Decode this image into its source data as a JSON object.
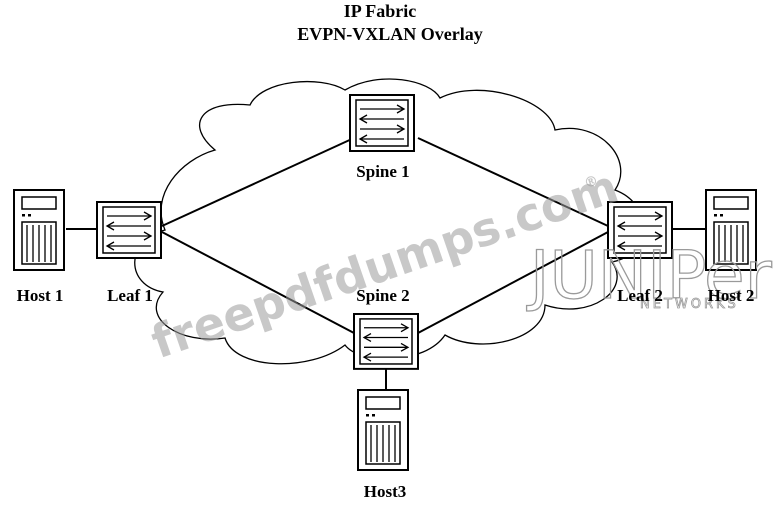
{
  "title": {
    "line1": "IP Fabric",
    "line2": "EVPN-VXLAN Overlay"
  },
  "nodes": {
    "spine1": "Spine 1",
    "spine2": "Spine 2",
    "leaf1": "Leaf 1",
    "leaf2": "Leaf 2",
    "host1": "Host 1",
    "host2": "Host 2",
    "host3": "Host3"
  },
  "watermark": {
    "text": "freepdfdumps.com",
    "registered": "®"
  },
  "logo": {
    "name": "JUNIPer",
    "sub": "NETWORKS"
  }
}
